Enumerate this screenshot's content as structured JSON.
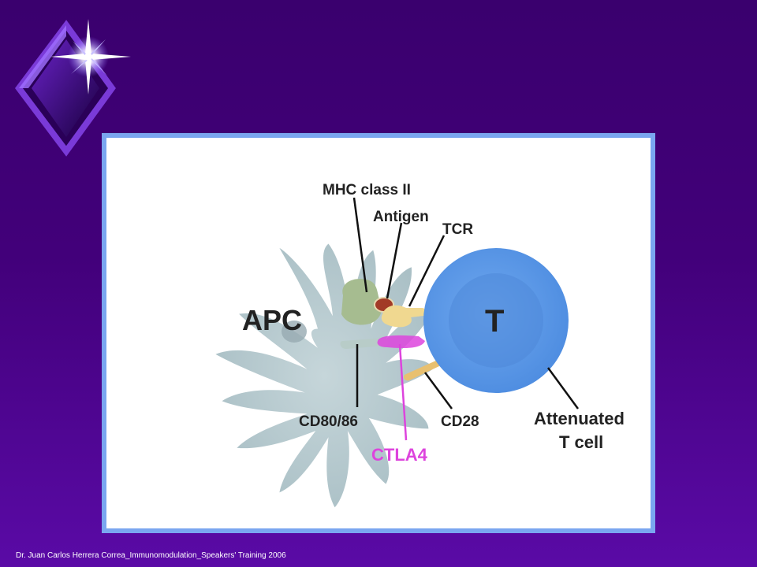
{
  "diagram": {
    "labels": {
      "mhc": "MHC class II",
      "antigen": "Antigen",
      "tcr": "TCR",
      "apc": "APC",
      "t": "T",
      "cd80": "CD80/86",
      "cd28": "CD28",
      "ctla4": "CTLA4",
      "attenuated_line1": "Attenuated",
      "attenuated_line2": "T cell"
    },
    "colors": {
      "apc": "#b4c8cc",
      "mhc": "#a6bc90",
      "antigen": "#a23a26",
      "tcr": "#f0d890",
      "ctla4": "#dd44dd",
      "tcell_outer": "#5b9ae8",
      "tcell_inner": "#4f88d8"
    }
  },
  "footer": {
    "text": "Dr. Juan Carlos Herrera Correa_Immunomodulation_Speakers' Training 2006"
  }
}
